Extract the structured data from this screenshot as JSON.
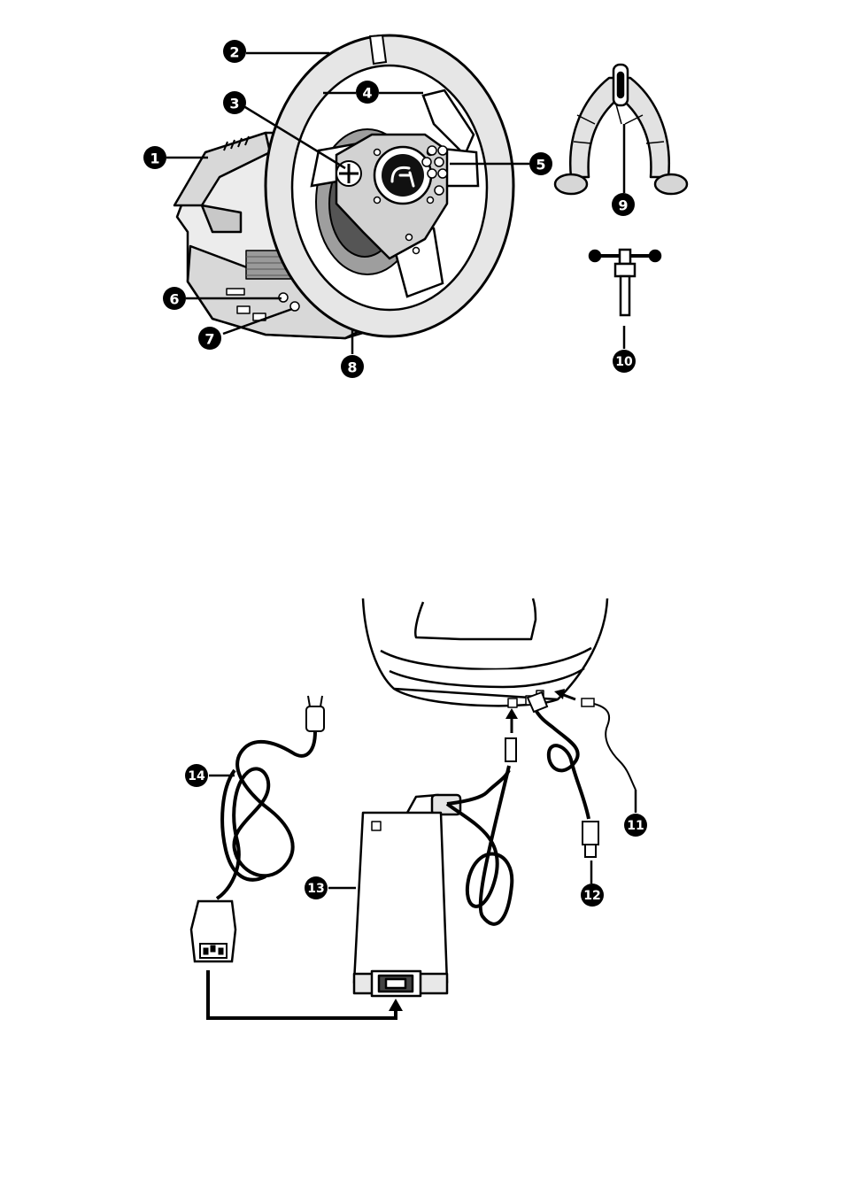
{
  "callouts": {
    "c1": "1",
    "c2": "2",
    "c3": "3",
    "c4": "4",
    "c5": "5",
    "c6": "6",
    "c7": "7",
    "c8": "8",
    "c9": "9",
    "c10": "10",
    "c11": "11",
    "c12": "12",
    "c13": "13",
    "c14": "14"
  },
  "colors": {
    "ink": "#000000",
    "body_gray": "#dcdcdc",
    "mid_gray": "#bdbdbd",
    "dark_gray": "#8a8a8a",
    "paper": "#ffffff"
  }
}
